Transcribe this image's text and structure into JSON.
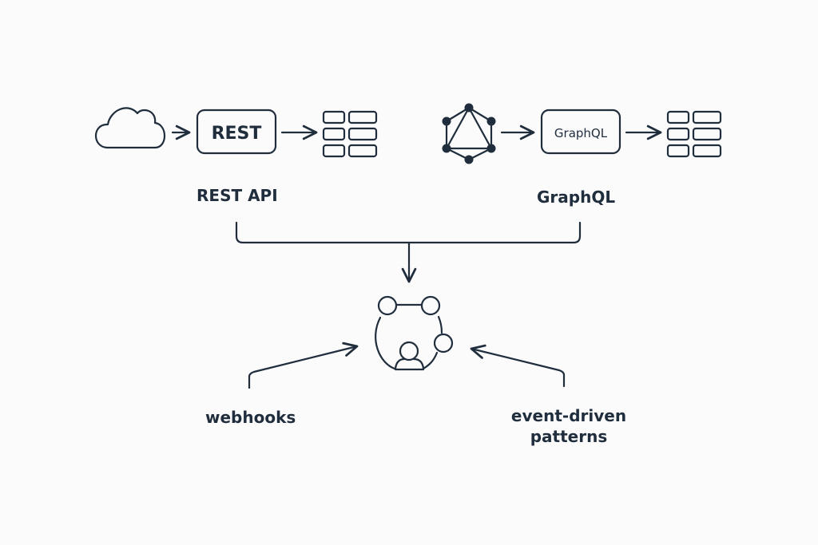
{
  "diagram": {
    "rest_box": "REST",
    "graphql_box": "GraphQL",
    "rest_label": "REST API",
    "graphql_label": "GraphQL",
    "webhooks_label": "webhooks",
    "event_label_line1": "event-driven",
    "event_label_line2": "patterns",
    "icons": [
      "cloud-icon",
      "table-grid-icon",
      "graphql-logo-icon",
      "community-nodes-icon"
    ],
    "stroke_color": "#1f2d3d",
    "background_color": "#fbfbfb"
  }
}
